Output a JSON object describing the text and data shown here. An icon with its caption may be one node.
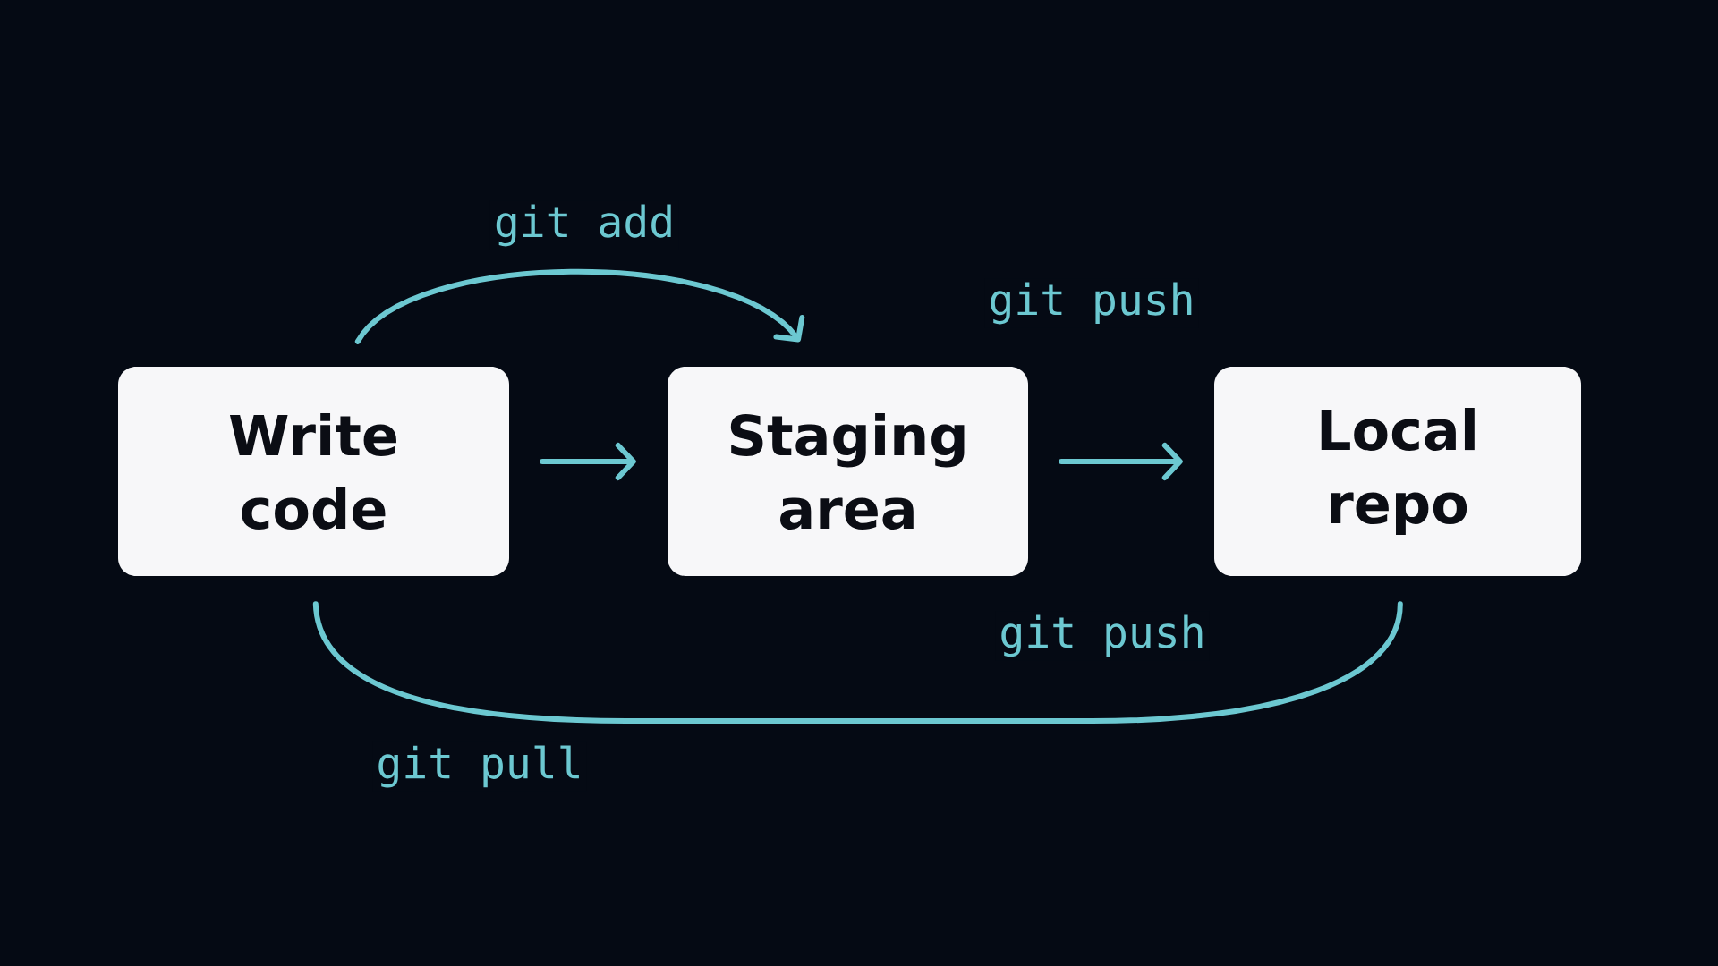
{
  "diagram": {
    "nodes": [
      {
        "text": [
          "Write code"
        ]
      },
      {
        "text": [
          "Staging area"
        ]
      },
      {
        "text": [
          "Local repo"
        ]
      }
    ],
    "edges": [
      {
        "from": 0,
        "to": 1,
        "arrow": "to",
        "label": "git add"
      },
      {
        "from": 0,
        "to": 1,
        "arrow": "to"
      },
      {
        "from": 1,
        "to": 2,
        "arrow": "to",
        "label": "git push"
      },
      {
        "from": 0,
        "to": 2,
        "arrow": "none",
        "label": "git pull"
      }
    ],
    "labels": [
      "git push"
    ]
  }
}
